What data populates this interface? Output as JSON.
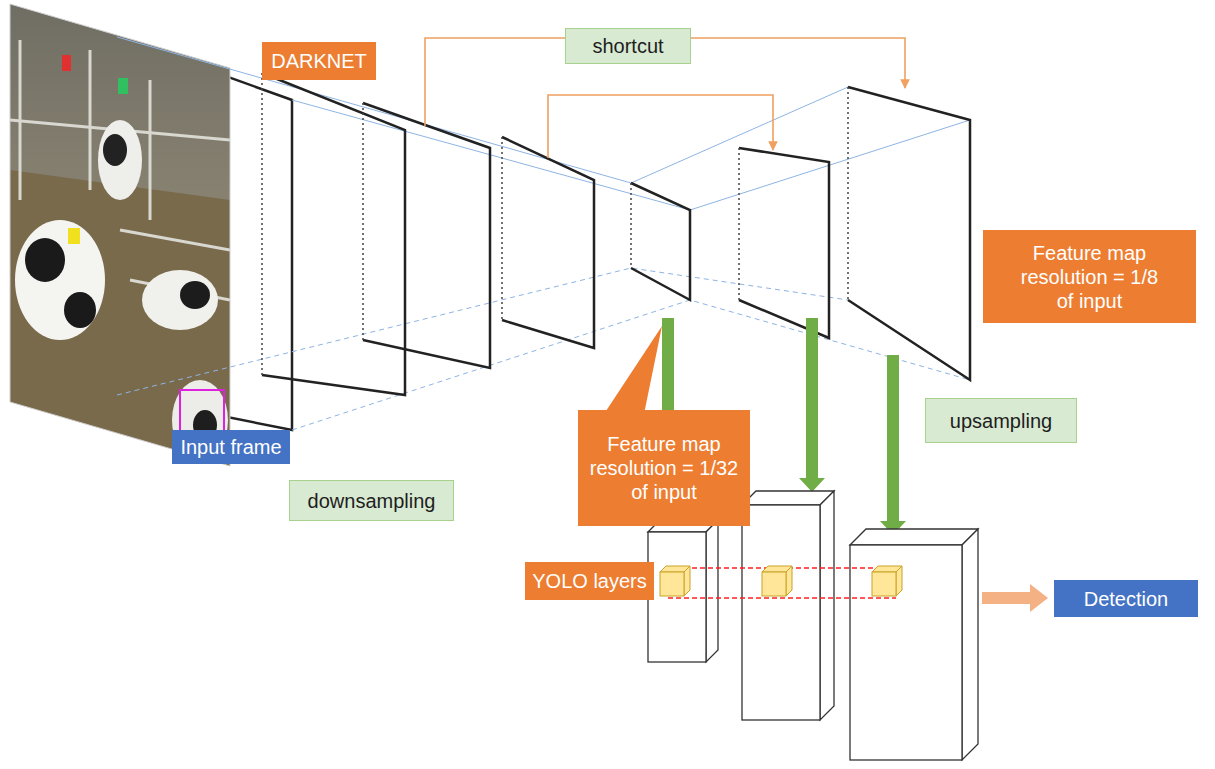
{
  "diagram": {
    "nodes": [
      {
        "text": [
          "DARKNET"
        ]
      },
      {
        "text": [
          "shortcut"
        ]
      },
      {
        "text": [
          "Feature map resolution = 1/8 of input"
        ]
      },
      {
        "text": [
          "Feature map resolution = 1/32 of input"
        ]
      },
      {
        "text": [
          "upsampling"
        ]
      },
      {
        "text": [
          "Input frame"
        ]
      },
      {
        "text": [
          "downsampling"
        ]
      },
      {
        "text": [
          "YOLO layers"
        ]
      },
      {
        "text": [
          "Detection"
        ]
      }
    ]
  }
}
